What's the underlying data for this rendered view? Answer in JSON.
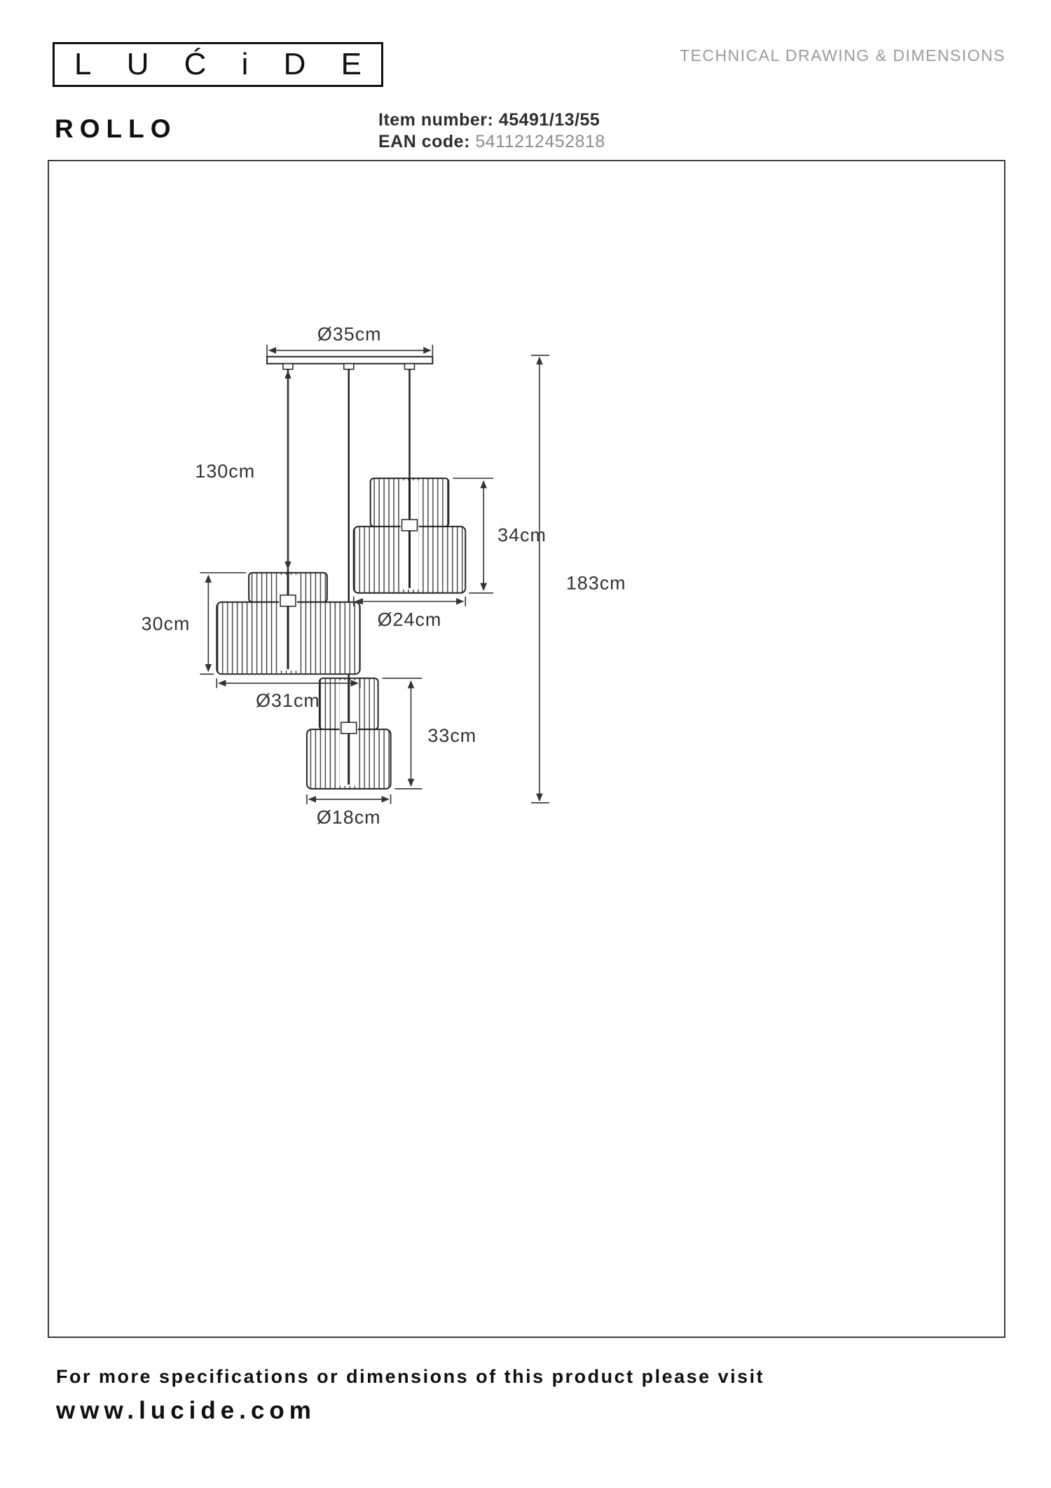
{
  "header": {
    "logo_letters": [
      "L",
      "U",
      "Ć",
      "i",
      "D",
      "E"
    ],
    "doc_type": "TECHNICAL DRAWING & DIMENSIONS"
  },
  "product": {
    "name": "ROLLO",
    "item_number_label": "Item number:",
    "item_number": "45491/13/55",
    "ean_label": "EAN code:",
    "ean_code": "5411212452818"
  },
  "drawing": {
    "canopy_diameter": "Ø35cm",
    "cord_length": "130cm",
    "right_lamp_height": "34cm",
    "total_height": "183cm",
    "left_lamp_height": "30cm",
    "right_lamp_diameter": "Ø24cm",
    "left_lamp_diameter": "Ø31cm",
    "bottom_lamp_height": "33cm",
    "bottom_lamp_diameter": "Ø18cm"
  },
  "footer": {
    "note": "For more specifications or dimensions of this product please visit",
    "website": "www.lucide.com"
  }
}
